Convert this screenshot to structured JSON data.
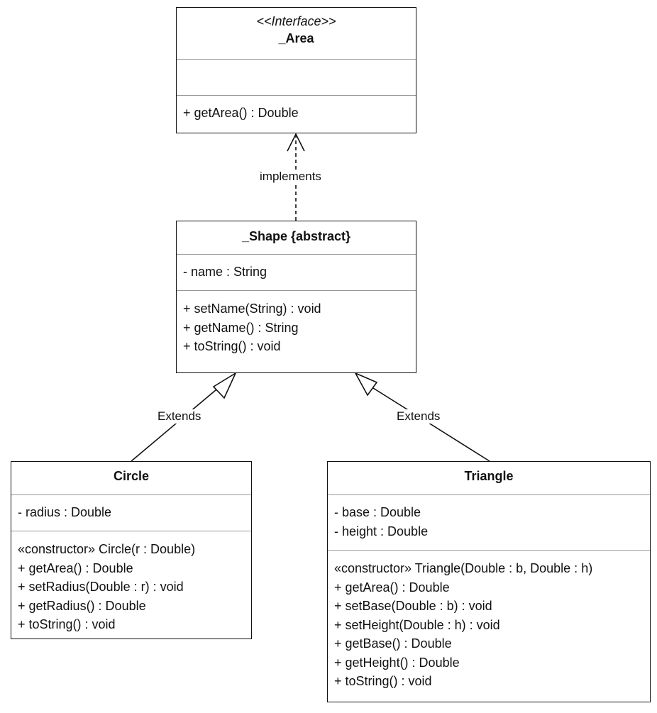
{
  "diagram": {
    "classes": {
      "area": {
        "stereotype": "<<Interface>>",
        "name": "_Area",
        "attributes": [],
        "operations": [
          "+ getArea() : Double"
        ]
      },
      "shape": {
        "name": "_Shape {abstract}",
        "attributes": [
          "- name : String"
        ],
        "operations": [
          "+ setName(String) : void",
          "+ getName() : String",
          "+ toString() : void"
        ]
      },
      "circle": {
        "name": "Circle",
        "attributes": [
          "- radius : Double"
        ],
        "operations": [
          "«constructor» Circle(r : Double)",
          "+ getArea() : Double",
          "+ setRadius(Double : r) : void",
          "+ getRadius() : Double",
          "+ toString() : void"
        ]
      },
      "triangle": {
        "name": "Triangle",
        "attributes": [
          "- base : Double",
          "- height : Double"
        ],
        "operations": [
          "«constructor» Triangle(Double : b, Double : h)",
          "+ getArea() : Double",
          "+ setBase(Double : b) : void",
          "+ setHeight(Double : h) : void",
          "+ getBase() : Double",
          "+ getHeight() : Double",
          "+ toString() : void"
        ]
      }
    },
    "relations": {
      "implements_label": "implements",
      "circle_extends_label": "Extends",
      "triangle_extends_label": "Extends"
    },
    "colors": {
      "line": "#111111",
      "separator": "#999999",
      "background": "#ffffff"
    }
  }
}
